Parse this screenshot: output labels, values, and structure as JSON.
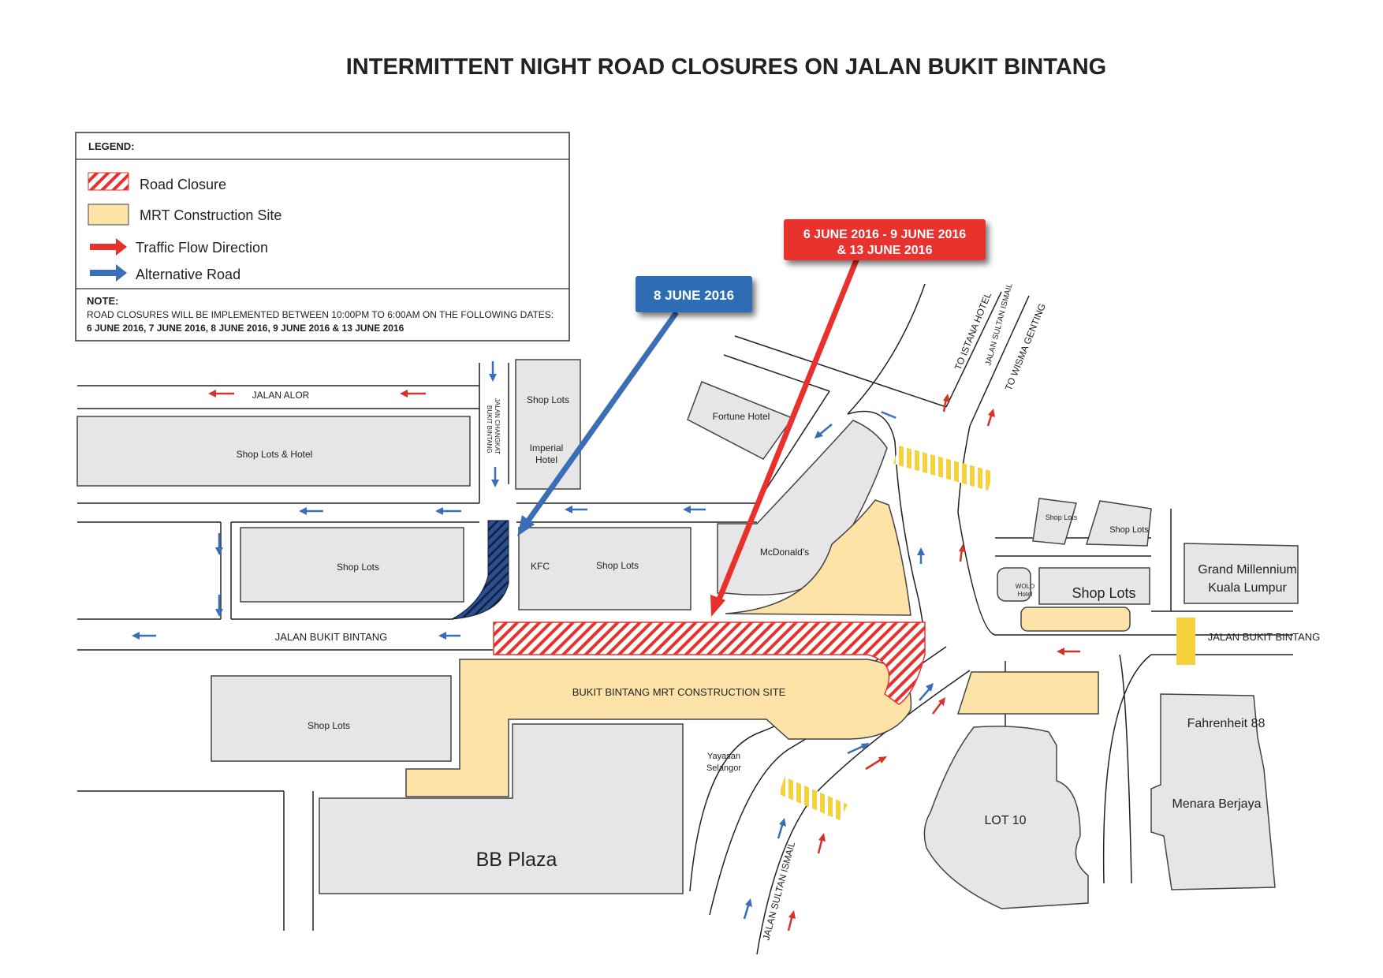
{
  "title": "INTERMITTENT NIGHT ROAD CLOSURES ON JALAN BUKIT BINTANG",
  "legend": {
    "heading": "LEGEND:",
    "items": [
      {
        "label": "Road Closure",
        "swatch": "hatch-red"
      },
      {
        "label": "MRT Construction Site",
        "swatch": "tan"
      },
      {
        "label": "Traffic Flow Direction",
        "swatch": "red-arrow"
      },
      {
        "label": "Alternative Road",
        "swatch": "blue-arrow"
      }
    ],
    "note_heading": "NOTE:",
    "note_line1": "ROAD CLOSURES  WILL BE IMPLEMENTED BETWEEN 10:00PM TO 6:00AM ON THE FOLLOWING DATES:",
    "note_line2": "6 JUNE 2016, 7 JUNE 2016, 8 JUNE 2016, 9 JUNE 2016 & 13 JUNE 2016"
  },
  "callouts": {
    "blue": {
      "text": "8 JUNE 2016"
    },
    "red": {
      "line1": "6 JUNE 2016 - 9 JUNE 2016",
      "line2": "& 13 JUNE 2016"
    }
  },
  "roads": {
    "jalan_alor": "JALAN ALOR",
    "jalan_bukit_bintang_west": "JALAN BUKIT BINTANG",
    "jalan_bukit_bintang_east": "JALAN BUKIT BINTANG",
    "changkat_line1": "JALAN CHANGKAT",
    "changkat_line2": "BUKIT BINTANG",
    "to_istana": "TO ISTANA HOTEL",
    "sultan_ismail_north": "JALAN SULTAN ISMAIL",
    "to_wisma": "TO WISMA GENTING",
    "sultan_ismail_south": "JALAN SULTAN ISMAIL"
  },
  "buildings": {
    "shop_lots_hotel": "Shop Lots & Hotel",
    "shop_lots_top": "Shop Lots",
    "imperial_line1": "Imperial",
    "imperial_line2": "Hotel",
    "fortune": "Fortune Hotel",
    "shop_lots_mid": "Shop Lots",
    "kfc": "KFC",
    "shop_lots_kfc": "Shop Lots",
    "mcdonalds": "McDonald's",
    "shop_lots_small1": "Shop Lots",
    "shop_lots_small2": "Shop Lots",
    "wolo_line1": "WOLO",
    "wolo_line2": "Hotel",
    "shop_lots_wolo": "Shop Lots",
    "grand_line1": "Grand Millennium",
    "grand_line2": "Kuala Lumpur",
    "mrt_site": "BUKIT BINTANG MRT CONSTRUCTION SITE",
    "shop_lots_sw": "Shop Lots",
    "yayasan_line1": "Yayasan",
    "yayasan_line2": "Selangor",
    "bb_plaza": "BB Plaza",
    "lot10": "LOT 10",
    "fahrenheit": "Fahrenheit 88",
    "menara": "Menara Berjaya"
  },
  "colors": {
    "building": "#e6e6e6",
    "building_stroke": "#444444",
    "construction": "#fde3a7",
    "closure": "#e8312d",
    "traffic_red": "#d4322b",
    "alt_blue": "#3a6fb7",
    "crossing": "#f5d13c",
    "road_line": "#222222"
  }
}
